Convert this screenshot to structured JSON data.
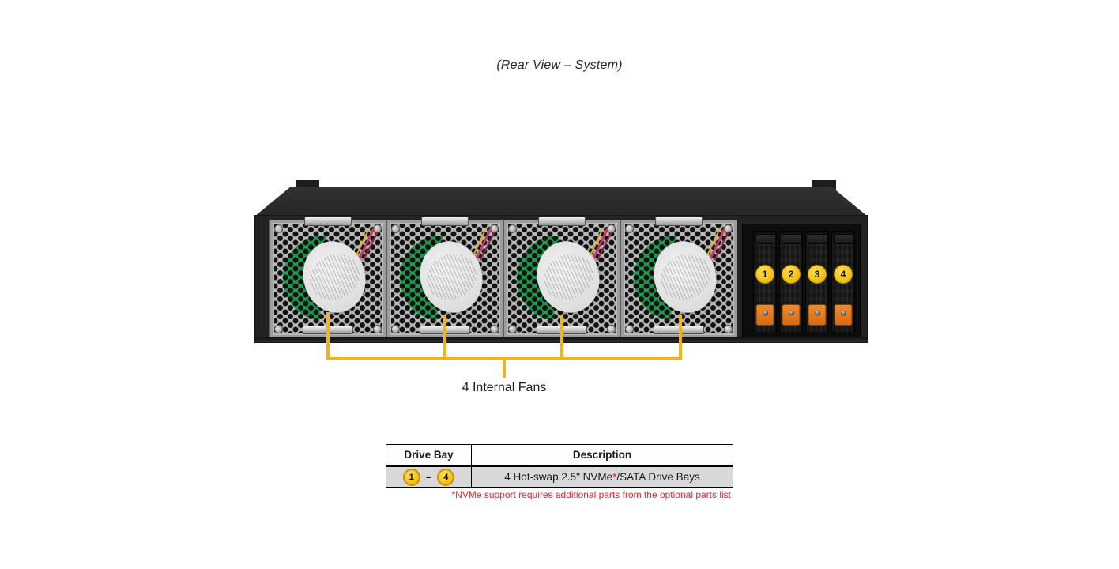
{
  "title": "(Rear View – System)",
  "figure": {
    "fan_callout_label": "4 Internal Fans",
    "drive_bay_numbers": [
      "1",
      "2",
      "3",
      "4"
    ],
    "fan_count": 4,
    "callout_color": "#F2B41B",
    "bay_number_color": "#F0BD05",
    "tray_latch_color": "#E8761E",
    "fan_hub_green": "#1F9C4E"
  },
  "table": {
    "headers": [
      "Drive Bay",
      "Description"
    ],
    "row": {
      "bay_start": "1",
      "bay_dash": "–",
      "bay_end": "4",
      "desc_pre": "4 Hot-swap 2.5\" NVMe",
      "desc_asterisk": "*",
      "desc_post": "/SATA Drive Bays"
    },
    "row_bg": "#D8D8D8"
  },
  "footnote": {
    "text": "*NVMe support requires additional parts from the optional parts list",
    "color": "#E8232E"
  }
}
